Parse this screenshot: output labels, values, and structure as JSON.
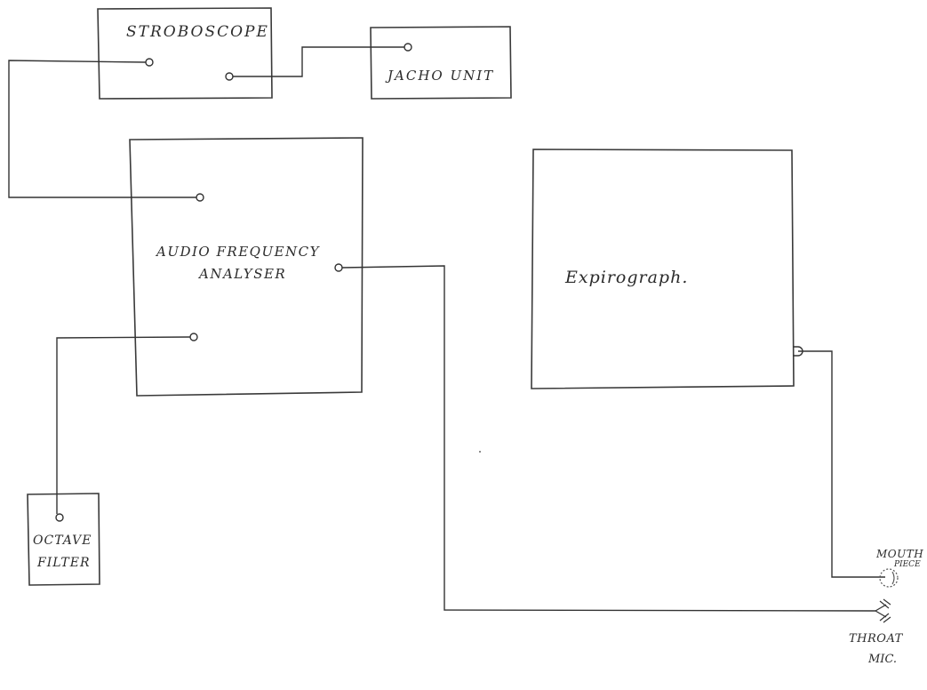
{
  "diagram": {
    "colors": {
      "ink": "#333333",
      "background": "#ffffff"
    },
    "blocks": {
      "stroboscope": "STROBOSCOPE",
      "tacho_unit": "JACHO UNIT",
      "afa_line1": "AUDIO FREQUENCY",
      "afa_line2": "ANALYSER",
      "expirograph": "Expirograph.",
      "octave_line1": "OCTAVE",
      "octave_line2": "FILTER"
    },
    "components": {
      "mouth_line1": "MOUTH",
      "mouth_line2": "PIECE",
      "throat_line1": "THROAT",
      "throat_line2": "MIC."
    },
    "icons": [
      "mouth-piece-icon",
      "throat-mic-icon",
      "port-connector-icon"
    ]
  }
}
